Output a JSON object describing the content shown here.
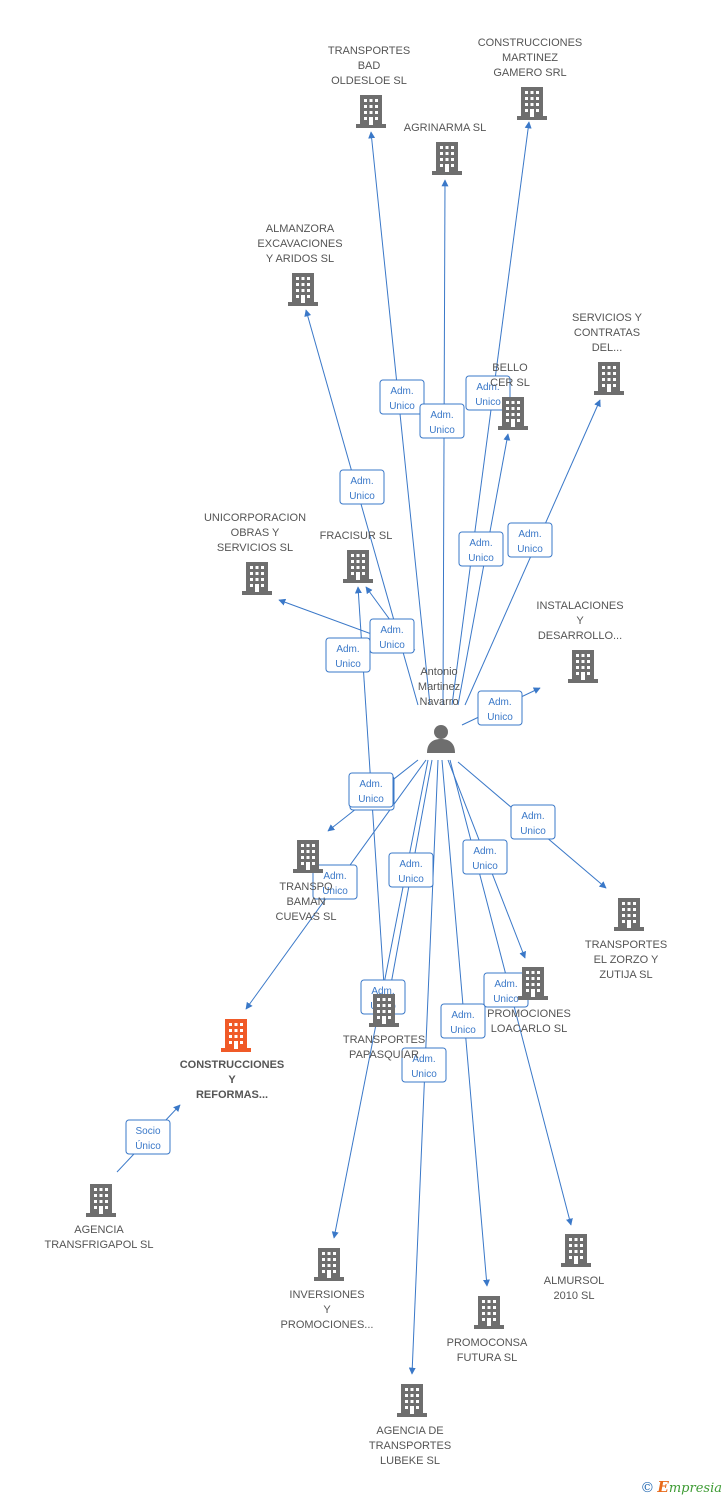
{
  "colors": {
    "edge": "#3a78c8",
    "building": "#6e6e6e",
    "focus_building": "#f05a28",
    "person": "#6e6e6e",
    "label_text": "#555555",
    "edge_label_border": "#3a78c8"
  },
  "center_node": {
    "id": "person",
    "label_lines": [
      "Antonio",
      "Martinez",
      "Navarro"
    ],
    "icon": "person-icon"
  },
  "nodes": [
    {
      "id": "transportes-bad-oldesloe",
      "label_lines": [
        "TRANSPORTES",
        "BAD",
        "OLDESLOE SL"
      ],
      "icon": "building-icon"
    },
    {
      "id": "construcciones-martinez-gamero",
      "label_lines": [
        "CONSTRUCCIONES",
        "MARTINEZ",
        "GAMERO SRL"
      ],
      "icon": "building-icon"
    },
    {
      "id": "agrinarma",
      "label_lines": [
        "AGRINARMA SL"
      ],
      "icon": "building-icon"
    },
    {
      "id": "almanzora",
      "label_lines": [
        "ALMANZORA",
        "EXCAVACIONES",
        "Y ARIDOS SL"
      ],
      "icon": "building-icon"
    },
    {
      "id": "servicios-contratas",
      "label_lines": [
        "SERVICIOS Y",
        "CONTRATAS",
        "DEL..."
      ],
      "icon": "building-icon"
    },
    {
      "id": "bello-cer",
      "label_lines": [
        "BELLO",
        "CER SL"
      ],
      "icon": "building-icon"
    },
    {
      "id": "unicorporacion",
      "label_lines": [
        "UNICORPORACION",
        "OBRAS Y",
        "SERVICIOS SL"
      ],
      "icon": "building-icon"
    },
    {
      "id": "fracisur",
      "label_lines": [
        "FRACISUR SL"
      ],
      "icon": "building-icon"
    },
    {
      "id": "instalaciones",
      "label_lines": [
        "INSTALACIONES",
        "Y",
        "DESARROLLO..."
      ],
      "icon": "building-icon"
    },
    {
      "id": "transportes-baman",
      "label_lines": [
        "TRANSPO",
        "BAMAN",
        "CUEVAS SL"
      ],
      "icon": "building-icon"
    },
    {
      "id": "transportes-el-zorzo",
      "label_lines": [
        "TRANSPORTES",
        "EL ZORZO Y",
        "ZUTIJA SL"
      ],
      "icon": "building-icon"
    },
    {
      "id": "construcciones-reformas",
      "label_lines": [
        "CONSTRUCCIONES",
        "Y",
        "REFORMAS..."
      ],
      "icon": "building-icon",
      "focus": true
    },
    {
      "id": "transportes-papasquiaro",
      "label_lines": [
        "TRANSPORTES",
        "PAPASQUIAR"
      ],
      "icon": "building-icon"
    },
    {
      "id": "promociones-loacarlo",
      "label_lines": [
        "PROMOCIONES",
        "LOACARLO SL"
      ],
      "icon": "building-icon"
    },
    {
      "id": "agencia-transfrigapol",
      "label_lines": [
        "AGENCIA",
        "TRANSFRIGAPOL SL"
      ],
      "icon": "building-icon"
    },
    {
      "id": "inversiones-promociones",
      "label_lines": [
        "INVERSIONES",
        "Y",
        "PROMOCIONES..."
      ],
      "icon": "building-icon"
    },
    {
      "id": "almursol",
      "label_lines": [
        "ALMURSOL",
        "2010 SL"
      ],
      "icon": "building-icon"
    },
    {
      "id": "promoconsa",
      "label_lines": [
        "PROMOCONSA",
        "FUTURA SL"
      ],
      "icon": "building-icon"
    },
    {
      "id": "agencia-lubeke",
      "label_lines": [
        "AGENCIA DE",
        "TRANSPORTES",
        "LUBEKE SL"
      ],
      "icon": "building-icon"
    }
  ],
  "edges": [
    {
      "from": "person",
      "to": "transportes-bad-oldesloe",
      "label_lines": [
        "Adm.",
        "Unico"
      ]
    },
    {
      "from": "person",
      "to": "agrinarma",
      "label_lines": [
        "Adm.",
        "Unico"
      ]
    },
    {
      "from": "person",
      "to": "construcciones-martinez-gamero",
      "label_lines": [
        "Adm.",
        "Unico"
      ]
    },
    {
      "from": "person",
      "to": "almanzora",
      "label_lines": [
        "Adm.",
        "Unico"
      ]
    },
    {
      "from": "person",
      "to": "bello-cer",
      "label_lines": [
        "Adm.",
        "Unico"
      ]
    },
    {
      "from": "person",
      "to": "servicios-contratas",
      "label_lines": [
        "Adm.",
        "Unico"
      ]
    },
    {
      "from": "person",
      "to": "unicorporacion",
      "label_lines": [
        "Adm.",
        "Unico"
      ]
    },
    {
      "from": "person",
      "to": "fracisur",
      "label_lines": [
        "Adm.",
        "Unico"
      ]
    },
    {
      "from": "person",
      "to": "instalaciones",
      "label_lines": [
        "Adm.",
        "Unico"
      ]
    },
    {
      "from": "person",
      "to": "transportes-baman",
      "label_lines": [
        "Adm.",
        "Unico"
      ]
    },
    {
      "from": "person",
      "to": "transportes-el-zorzo",
      "label_lines": [
        "Adm.",
        "Unico"
      ]
    },
    {
      "from": "person",
      "to": "construcciones-reformas",
      "label_lines": [
        "Adm.",
        "Unico"
      ]
    },
    {
      "from": "person",
      "to": "transportes-papasquiaro",
      "label_lines": [
        "Adm.",
        "Unico"
      ]
    },
    {
      "from": "person",
      "to": "promociones-loacarlo",
      "label_lines": [
        "Adm.",
        "Unico"
      ]
    },
    {
      "from": "person",
      "to": "inversiones-promociones",
      "label_lines": [
        "Adm.",
        "Unico"
      ]
    },
    {
      "from": "person",
      "to": "almursol",
      "label_lines": [
        "Adm.",
        "Unico"
      ]
    },
    {
      "from": "person",
      "to": "promoconsa",
      "label_lines": [
        "Adm.",
        "Unico"
      ]
    },
    {
      "from": "person",
      "to": "agencia-lubeke",
      "label_lines": [
        "Adm.",
        "Unico"
      ]
    },
    {
      "from": "person",
      "to": "fracisur",
      "label_lines": [
        "Adm.",
        "Unico"
      ]
    },
    {
      "from": "agencia-transfrigapol",
      "to": "construcciones-reformas",
      "label_lines": [
        "Socio",
        "Único"
      ]
    }
  ],
  "branding": {
    "copyright": "©",
    "brand_first": "E",
    "brand_rest": "mpresia"
  }
}
